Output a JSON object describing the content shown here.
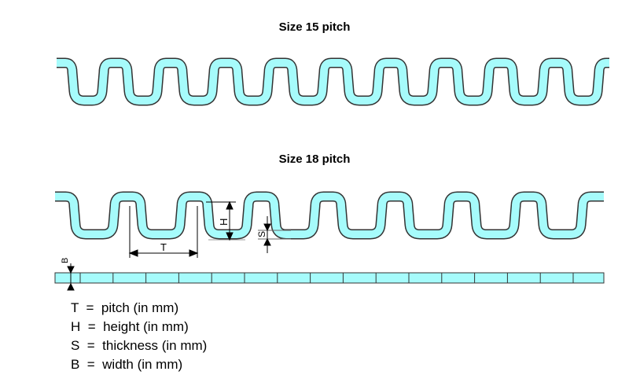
{
  "titles": {
    "top": "Size 15 pitch",
    "bottom": "Size 18 pitch"
  },
  "dimension_labels": {
    "T": "T",
    "H": "H",
    "S": "S",
    "B": "B"
  },
  "legend": [
    {
      "symbol": "T",
      "text": "T  =  pitch (in mm)"
    },
    {
      "symbol": "H",
      "text": "H  =  height (in mm)"
    },
    {
      "symbol": "S",
      "text": "S  =  thickness (in mm)"
    },
    {
      "symbol": "B",
      "text": "B  =  width (in mm)"
    }
  ],
  "colors": {
    "profile_fill": "#a6fbfb",
    "outline": "#333333"
  }
}
